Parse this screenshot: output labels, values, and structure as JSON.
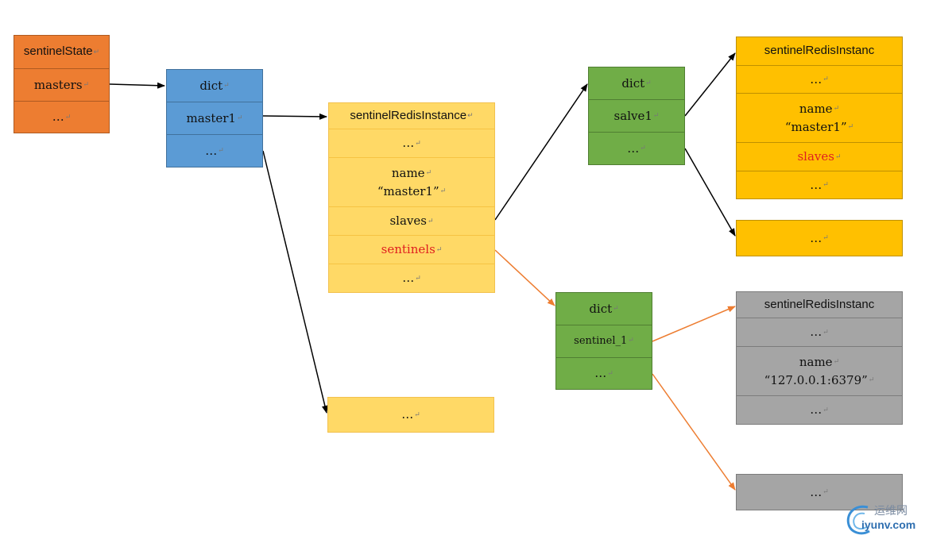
{
  "sentinel_state": {
    "title": "sentinelState",
    "masters": "masters",
    "more": "…"
  },
  "masters_dict": {
    "title": "dict",
    "entry": "master1",
    "more": "…"
  },
  "master_instance": {
    "title": "sentinelRedisInstance",
    "more1": "…",
    "name_label": "name",
    "name_value": "“master1”",
    "slaves": "slaves",
    "sentinels": "sentinels",
    "more2": "…"
  },
  "master_other": {
    "more": "…"
  },
  "slaves_dict": {
    "title": "dict",
    "entry": "salve1",
    "more": "…"
  },
  "slave_instance": {
    "title": "sentinelRedisInstanc",
    "more1": "…",
    "name_label": "name",
    "name_value": "“master1”",
    "slaves": "slaves",
    "more2": "…"
  },
  "slave_other": {
    "more": "…"
  },
  "sentinels_dict": {
    "title": "dict",
    "entry": "sentinel_1",
    "more": "…"
  },
  "sentinel_instance": {
    "title": "sentinelRedisInstanc",
    "more1": "…",
    "name_label": "name",
    "name_value": "“127.0.0.1:6379”",
    "more2": "…"
  },
  "sentinel_other": {
    "more": "…"
  },
  "return_mark": "↵",
  "watermark": {
    "text_cn": "运维网",
    "text_en": "iyunv.com"
  },
  "colors": {
    "orange": "#ed7d31",
    "blue": "#5b9bd5",
    "light_yellow": "#ffd966",
    "green": "#70ad47",
    "gold": "#ffc000",
    "gray": "#a5a5a5",
    "red": "#e02020"
  }
}
